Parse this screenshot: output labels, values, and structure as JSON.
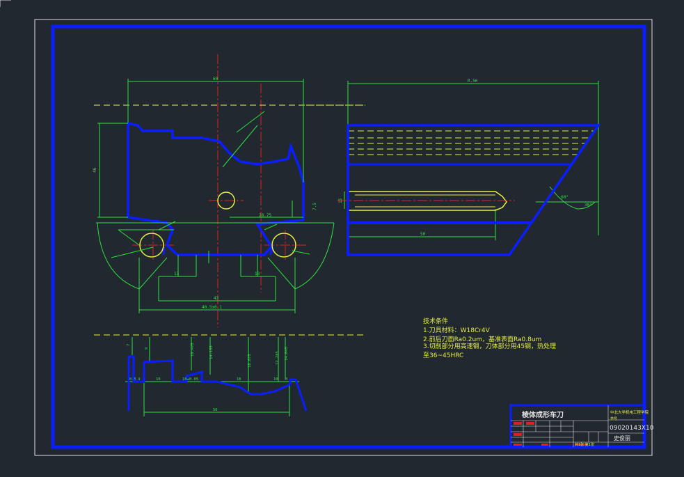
{
  "drawing": {
    "dimensions": {
      "top_width": "60",
      "left_height": "46",
      "hole_offset": "28.75",
      "right_small": "7.5",
      "bottom_inner_left": "13",
      "bottom_inner_right": "13",
      "bottom_mid": "43",
      "bottom_overall": "40.5±0.1",
      "side_length": "R.50",
      "side_depth": "50",
      "side_height": "15",
      "side_angle_a": "60°",
      "side_angle_b": "30°",
      "prof_h1": "7",
      "prof_h2": "9",
      "prof_h3": "19.475",
      "prof_h4": "14.155",
      "prof_h5": "18.675",
      "prof_h6": "12.285",
      "prof_h7": "14.045",
      "prof_w1": "0.5",
      "prof_w2": "4",
      "prof_w3": "10",
      "prof_w4": "10±0.05",
      "prof_w5": "18",
      "prof_w6": "10",
      "prof_w7": "3",
      "prof_overall": "56"
    },
    "notes": {
      "title": "技术条件",
      "line1": "1.刀具材料：W18Cr4V",
      "line2": "2.前后刀面Ra0.2um，基准表面Ra0.8um",
      "line3": "3.切削部分用高速钢，刀体部分用45钢，热处理",
      "line4": "至36~45HRC"
    },
    "title_block": {
      "part_name": "棱体成形车刀",
      "school": "中北大学机电工程学院",
      "class_label": "学号",
      "drawing_no": "09020143X10",
      "designer": "史俊丽",
      "sheet": "共1张 第1张"
    }
  }
}
